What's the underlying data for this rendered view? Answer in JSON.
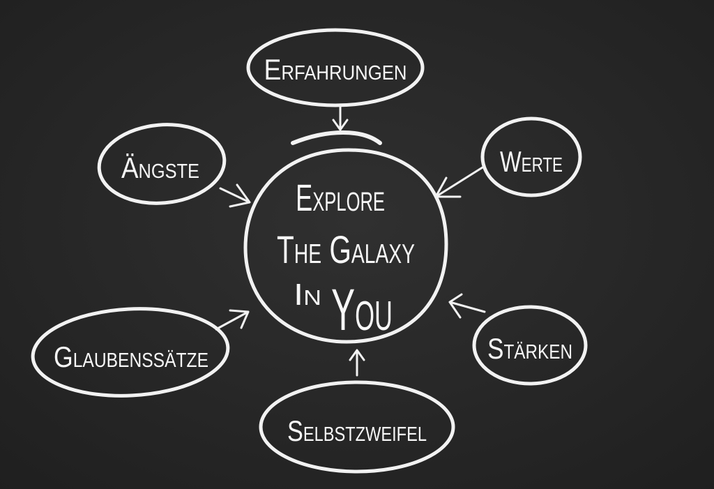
{
  "board": {
    "background_color": "#262626",
    "chalk_color": "#f2f2f2"
  },
  "center": {
    "line1": "Explore",
    "line2": "The Galaxy",
    "line3a": "In",
    "line3b": "You"
  },
  "nodes": {
    "erfahrungen": "Erfahrungen",
    "aengste": "Ängste",
    "werte": "Werte",
    "glaubenssaetze": "Glaubenssätze",
    "staerken": "Stärken",
    "selbstzweifel": "Selbstzweifel"
  }
}
